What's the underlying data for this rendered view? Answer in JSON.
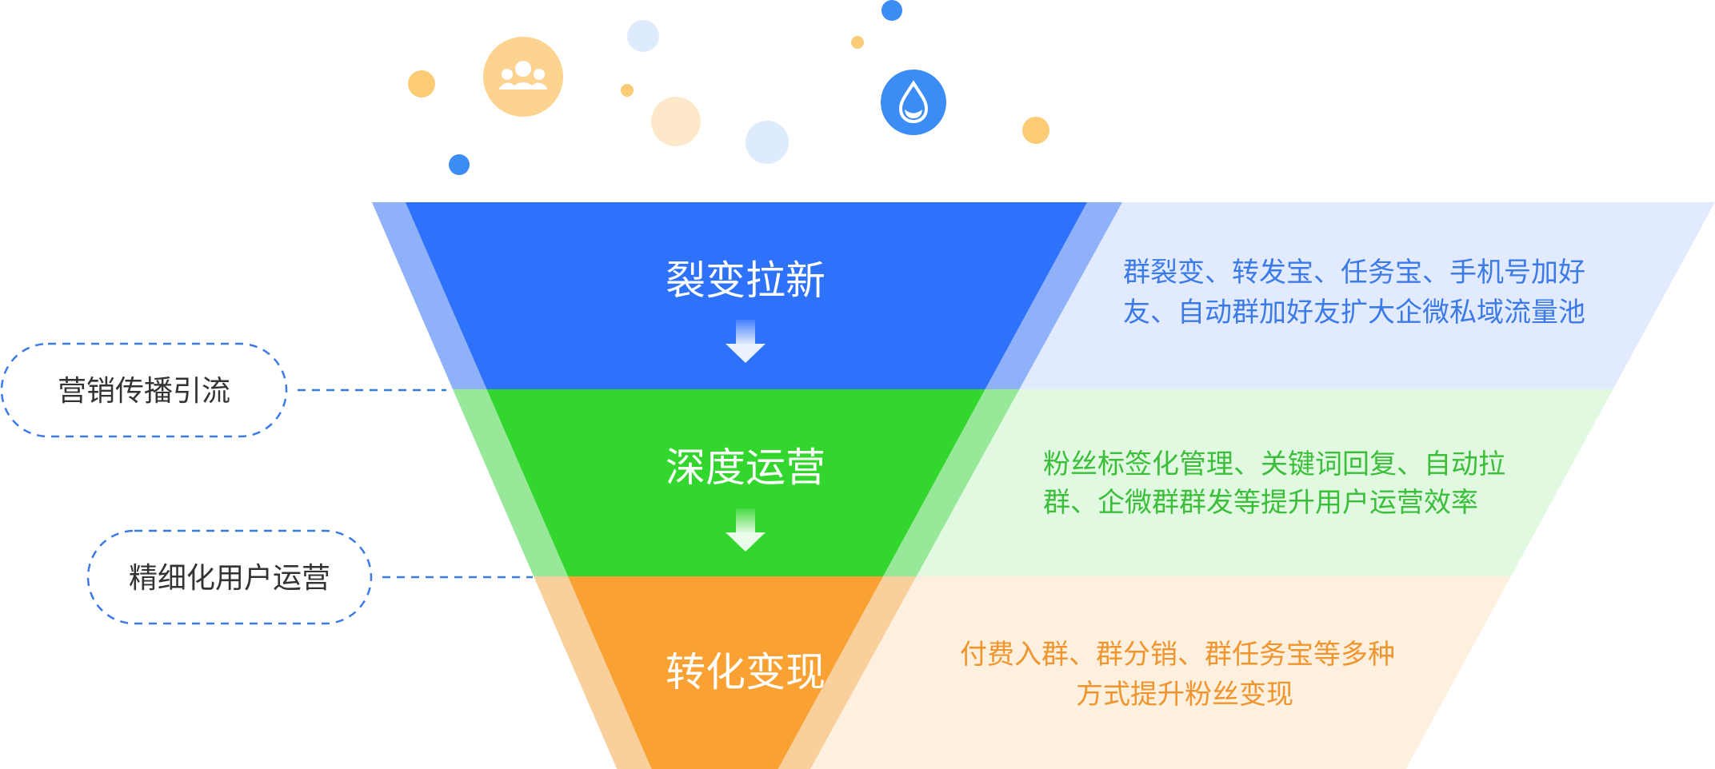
{
  "stages": [
    {
      "title": "裂变拉新",
      "desc_lines": [
        "群裂变、转发宝、任务宝、手机号加好",
        "友、自动群加好友扩大企微私域流量池"
      ],
      "color_main": "#2E72FB",
      "color_side": "#8FB1FA",
      "color_light": "#E1EBFD",
      "color_text": "#3C7AE8"
    },
    {
      "title": "深度运营",
      "desc_lines": [
        "粉丝标签化管理、关键词回复、自动拉",
        "群、企微群群发等提升用户运营效率"
      ],
      "color_main": "#32D62D",
      "color_side": "#98E89A",
      "color_light": "#E2F9E1",
      "color_text": "#3BBE3A"
    },
    {
      "title": "转化变现",
      "desc_lines": [
        "付费入群、群分销、群任务宝等多种",
        "方式提升粉丝变现"
      ],
      "color_main": "#F9A233",
      "color_side": "#F9CF9B",
      "color_light": "#FEF0DE",
      "color_text": "#F0952E"
    }
  ],
  "side_labels": [
    {
      "text": "营销传播引流"
    },
    {
      "text": "精细化用户运营"
    }
  ],
  "colors": {
    "dashed_line": "#3C7AE8",
    "side_label_text": "#333333",
    "bubble_orange": "#FCCB75",
    "bubble_orange_light": "#FDE9C9",
    "bubble_blue": "#3C8CF6",
    "bubble_blue_light": "#DDEBFD"
  },
  "icons": [
    "users-icon",
    "water-drop-icon"
  ]
}
